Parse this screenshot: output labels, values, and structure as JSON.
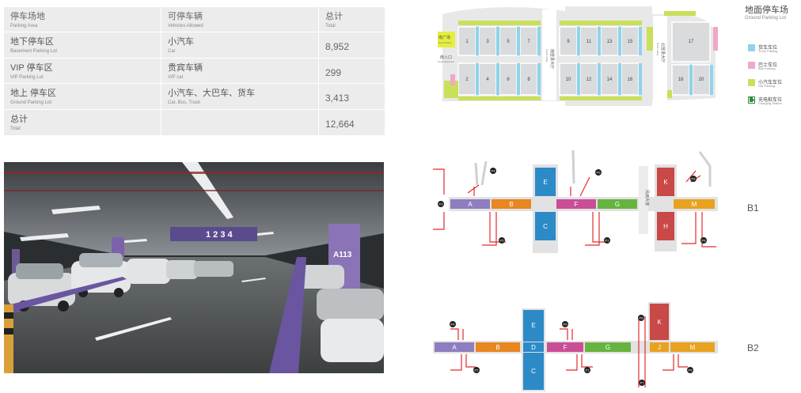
{
  "table": {
    "header": {
      "area_zh": "停车场地",
      "area_en": "Parking Area",
      "vehicles_zh": "可停车辆",
      "vehicles_en": "Vehicles Allowed",
      "total_zh": "总计",
      "total_en": "Total"
    },
    "rows": [
      {
        "area_zh": "地下停车区",
        "area_en": "Basement Parking Lot",
        "vehicles_zh": "小汽车",
        "vehicles_en": "Car",
        "total": "8,952"
      },
      {
        "area_zh": "VIP 停车区",
        "area_en": "VIP Parking Lot",
        "vehicles_zh": "贵宾车辆",
        "vehicles_en": "VIP car",
        "total": "299"
      },
      {
        "area_zh": "地上 停车区",
        "area_en": "Ground Parking Lot",
        "vehicles_zh": "小汽车、大巴车、货车",
        "vehicles_en": "Car, Bus, Truck",
        "total": "3,413"
      }
    ],
    "footer": {
      "label_zh": "总计",
      "label_en": "Total",
      "total": "12,664"
    }
  },
  "photo": {
    "sign_zone": "A113",
    "sign_label": "1 2 3 4"
  },
  "ground_map": {
    "title_zh": "地面停车场",
    "title_en": "Ground Parking Lot",
    "south_square_zh": "南广场",
    "south_square_en": "South Plaza",
    "south_entrance_zh": "南入口",
    "south_entrance_en": "South Entrance",
    "south_lobby_zh": "南登录大厅",
    "south_lobby_en": "South Lobby",
    "north_lobby_zh": "北登录大厅",
    "north_lobby_en": "North Lobby",
    "halls": [
      "1",
      "3",
      "5",
      "7",
      "9",
      "11",
      "13",
      "15",
      "17",
      "2",
      "4",
      "6",
      "8",
      "10",
      "12",
      "14",
      "16",
      "18",
      "20"
    ],
    "legend": [
      {
        "zh": "货车车位",
        "en": "Truck Parking",
        "color": "#8fd3ec"
      },
      {
        "zh": "巴士车位",
        "en": "Bus Parking",
        "color": "#f1a7c9"
      },
      {
        "zh": "小汽车车位",
        "en": "Car Parking",
        "color": "#c8e05a"
      },
      {
        "zh": "充电桩车位",
        "en": "Charging Station",
        "color": "#2f8a3c"
      }
    ]
  },
  "b1": {
    "level": "B1",
    "zones": [
      "A",
      "B",
      "E",
      "C",
      "F",
      "G",
      "K",
      "H",
      "M"
    ],
    "corridor_zh": "风雨大道",
    "parking_points": [
      "P4",
      "P5",
      "P6",
      "P3",
      "P2",
      "P1",
      "P8"
    ]
  },
  "b2": {
    "level": "B2",
    "zones": [
      "A",
      "B",
      "D",
      "E",
      "C",
      "F",
      "G",
      "J",
      "K",
      "M"
    ],
    "parking_points": [
      "P4",
      "P5",
      "P6",
      "P2",
      "P1",
      "P7",
      "P8"
    ]
  }
}
